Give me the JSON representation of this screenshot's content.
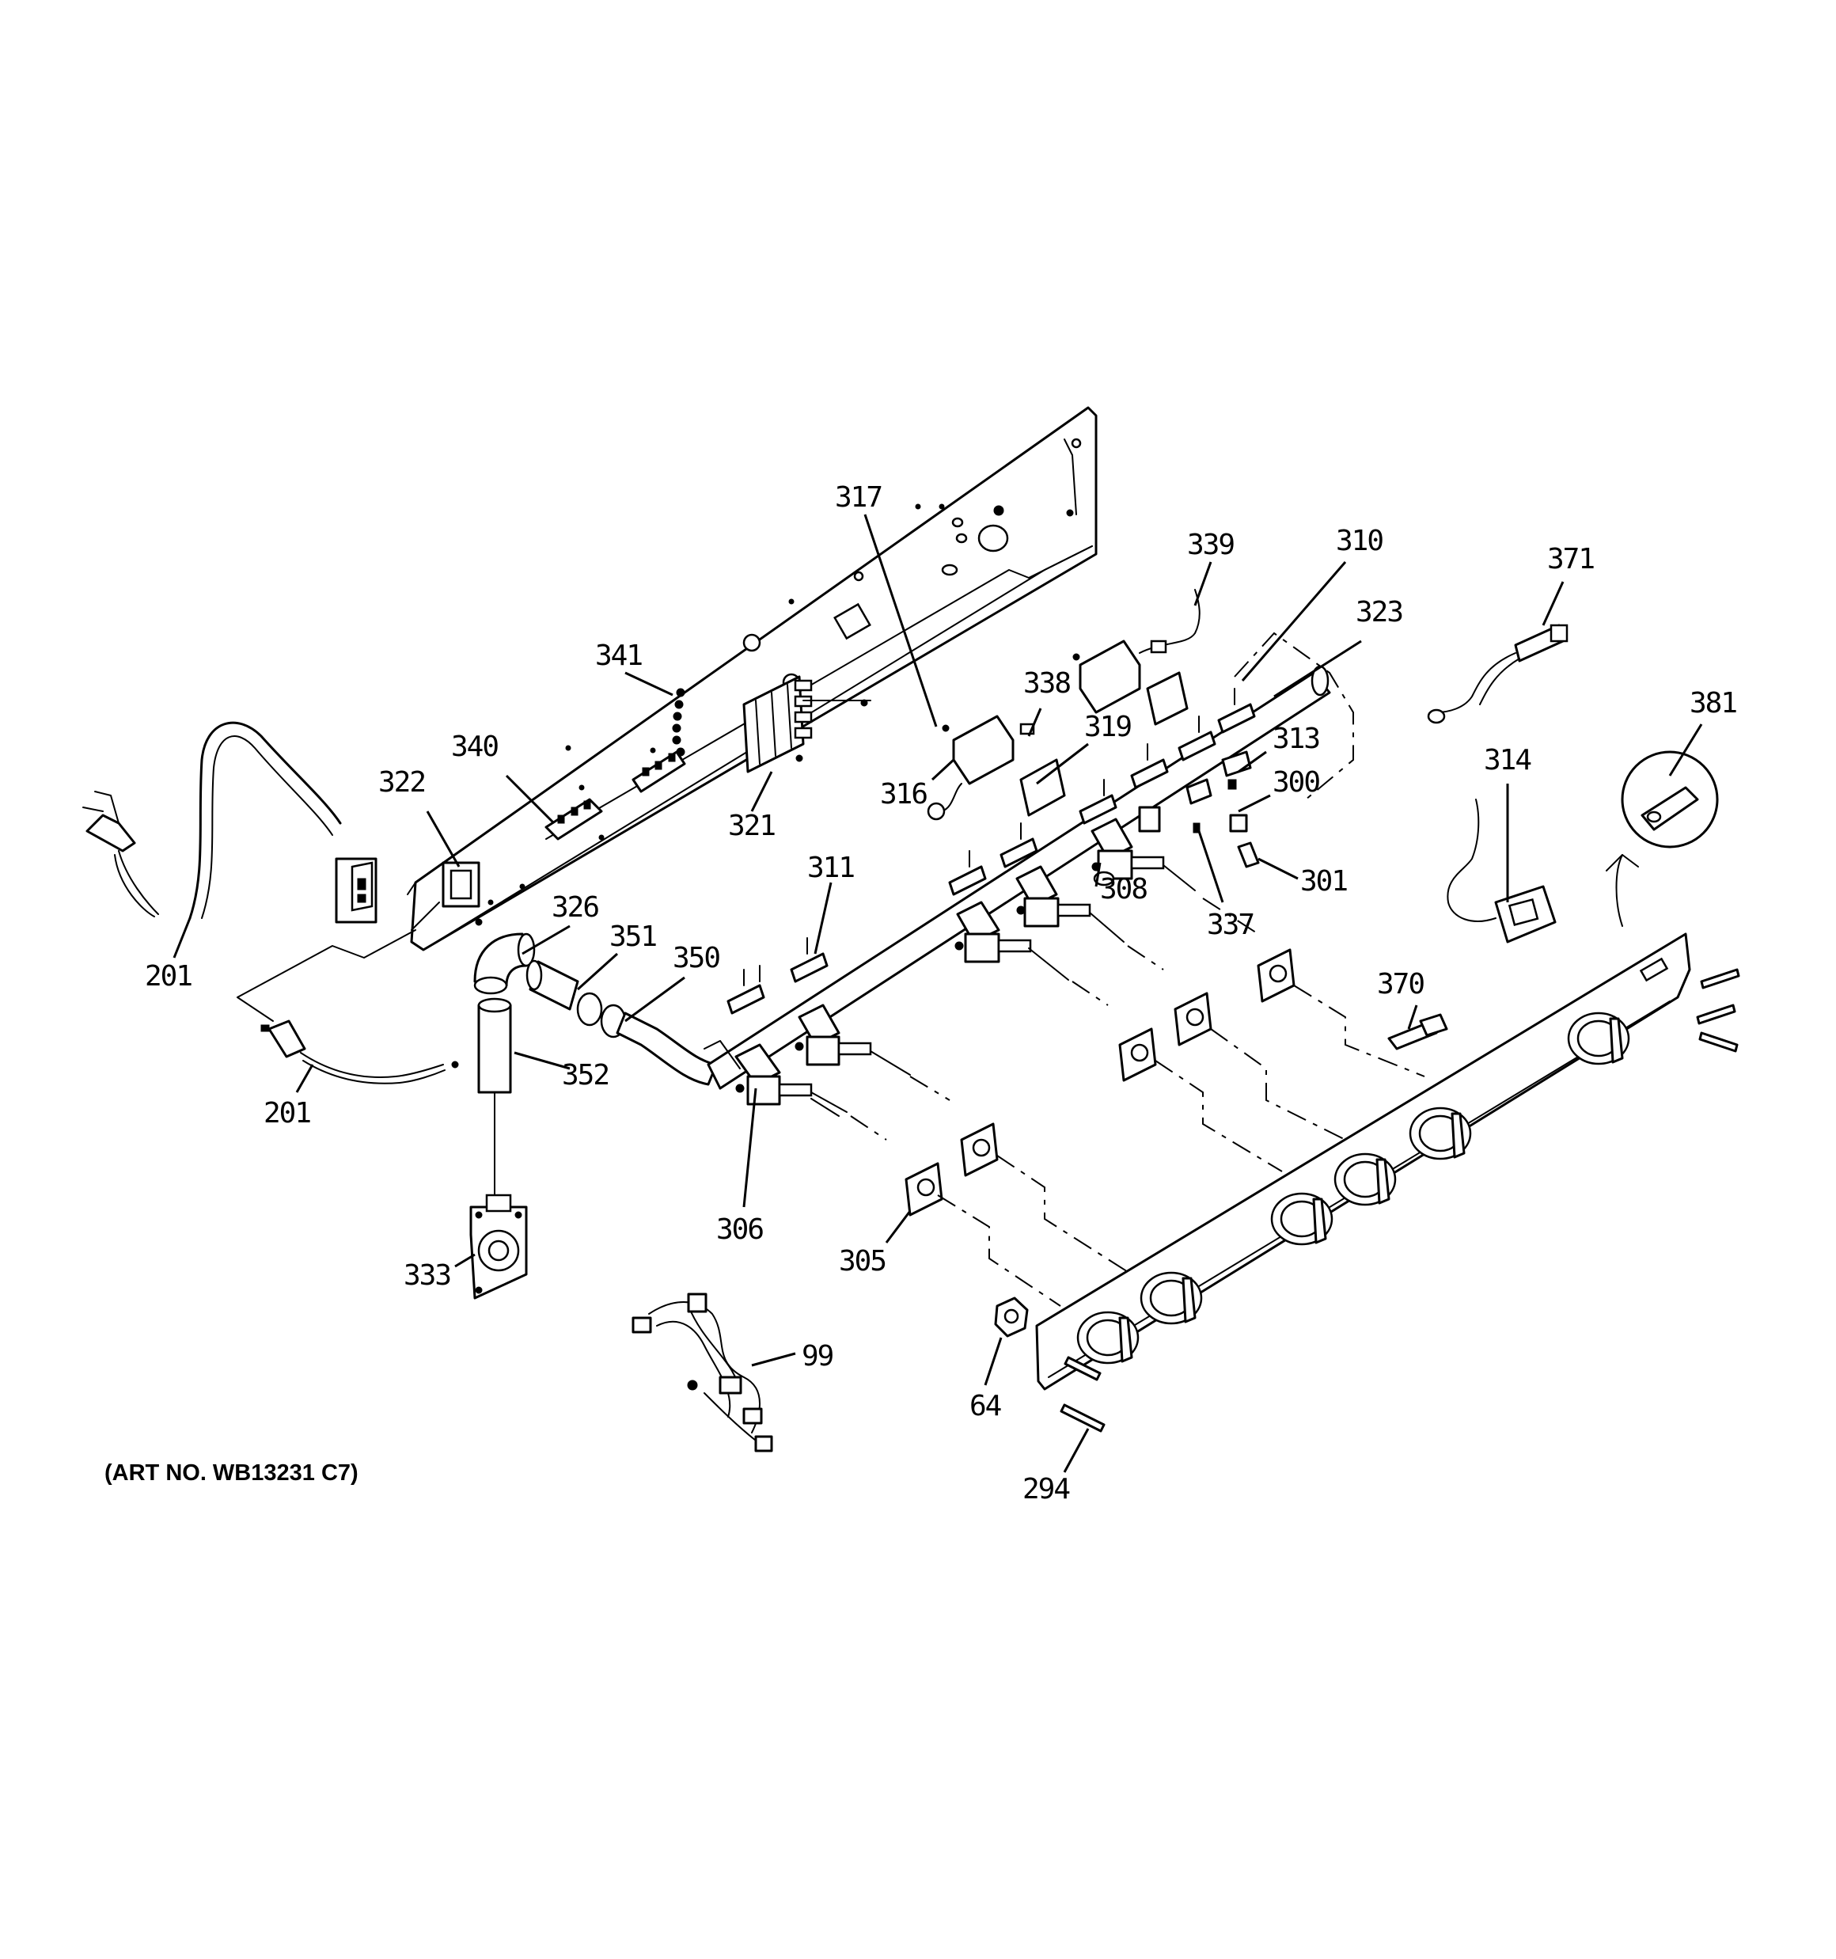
{
  "diagram": {
    "art_number": "(ART NO. WB13231 C7)",
    "callouts": [
      {
        "id": "c317",
        "text": "317"
      },
      {
        "id": "c339",
        "text": "339"
      },
      {
        "id": "c310",
        "text": "310"
      },
      {
        "id": "c323",
        "text": "323"
      },
      {
        "id": "c371",
        "text": "371"
      },
      {
        "id": "c381",
        "text": "381"
      },
      {
        "id": "c341",
        "text": "341"
      },
      {
        "id": "c338",
        "text": "338"
      },
      {
        "id": "c319",
        "text": "319"
      },
      {
        "id": "c313",
        "text": "313"
      },
      {
        "id": "c314",
        "text": "314"
      },
      {
        "id": "c340",
        "text": "340"
      },
      {
        "id": "c322",
        "text": "322"
      },
      {
        "id": "c316",
        "text": "316"
      },
      {
        "id": "c321",
        "text": "321"
      },
      {
        "id": "c300",
        "text": "300"
      },
      {
        "id": "c311",
        "text": "311"
      },
      {
        "id": "c337",
        "text": "337"
      },
      {
        "id": "c301",
        "text": "301"
      },
      {
        "id": "c326",
        "text": "326"
      },
      {
        "id": "c351",
        "text": "351"
      },
      {
        "id": "c350",
        "text": "350"
      },
      {
        "id": "c308",
        "text": "308"
      },
      {
        "id": "c201a",
        "text": "201"
      },
      {
        "id": "c370",
        "text": "370"
      },
      {
        "id": "c352",
        "text": "352"
      },
      {
        "id": "c201b",
        "text": "201"
      },
      {
        "id": "c306",
        "text": "306"
      },
      {
        "id": "c305",
        "text": "305"
      },
      {
        "id": "c333",
        "text": "333"
      },
      {
        "id": "c99",
        "text": "99"
      },
      {
        "id": "c64",
        "text": "64"
      },
      {
        "id": "c294",
        "text": "294"
      }
    ]
  }
}
